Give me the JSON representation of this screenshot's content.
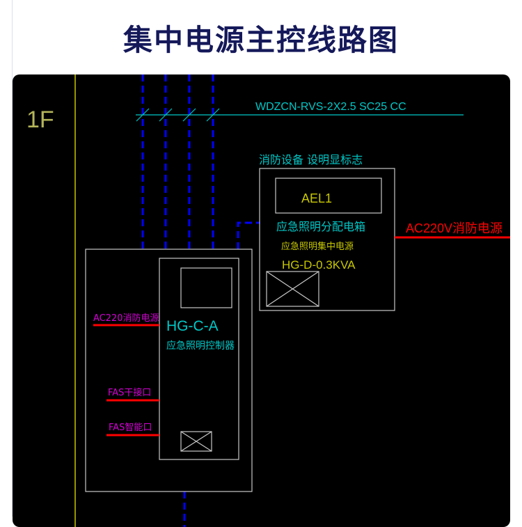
{
  "title": "集中电源主控线路图",
  "diagram": {
    "floor_label": "1F",
    "cable_spec": "WDZCN-RVS-2X2.5 SC25 CC",
    "sign_label": "消防设备 设明显标志",
    "distribution_box": {
      "id": "AEL1",
      "name": "应急照明分配电箱",
      "power_name": "应急照明集中电源",
      "model": "HG-D-0.3KVA"
    },
    "external_power": "AC220V消防电源",
    "controller": {
      "model": "HG-C-A",
      "name": "应急照明控制器",
      "inputs": [
        "AC220消防电源",
        "FAS干接口",
        "FAS智能口"
      ]
    },
    "colors": {
      "cyan": "#00c8c8",
      "yellow": "#c8c800",
      "red": "#ff0000",
      "magenta": "#d400d4",
      "blue": "#0000ff",
      "white": "#c8c8c8"
    }
  }
}
